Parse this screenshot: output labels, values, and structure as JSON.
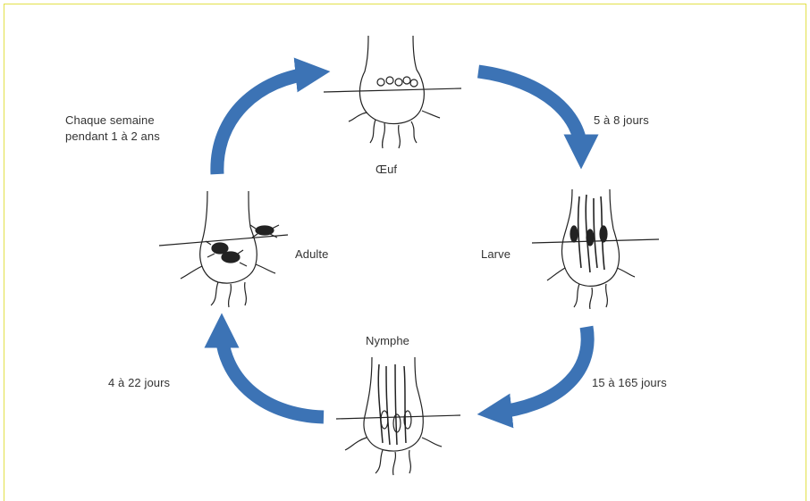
{
  "colors": {
    "frame": "#e2e04a",
    "arrow": "#3c73b5",
    "ink": "#222222"
  },
  "stages": {
    "egg": "Œuf",
    "larva": "Larve",
    "nymph": "Nymphe",
    "adult": "Adulte"
  },
  "durations": {
    "egg_to_larva": "5 à 8 jours",
    "larva_to_nymph": "15 à 165 jours",
    "nymph_to_adult": "4 à 22 jours",
    "adult_to_egg_line1": "Chaque semaine",
    "adult_to_egg_line2": "pendant 1 à 2 ans"
  },
  "icons": [
    "hair-follicle-egg-icon",
    "hair-follicle-larva-icon",
    "hair-follicle-nymph-icon",
    "hair-follicle-adult-icon",
    "cycle-arrow-icon"
  ]
}
